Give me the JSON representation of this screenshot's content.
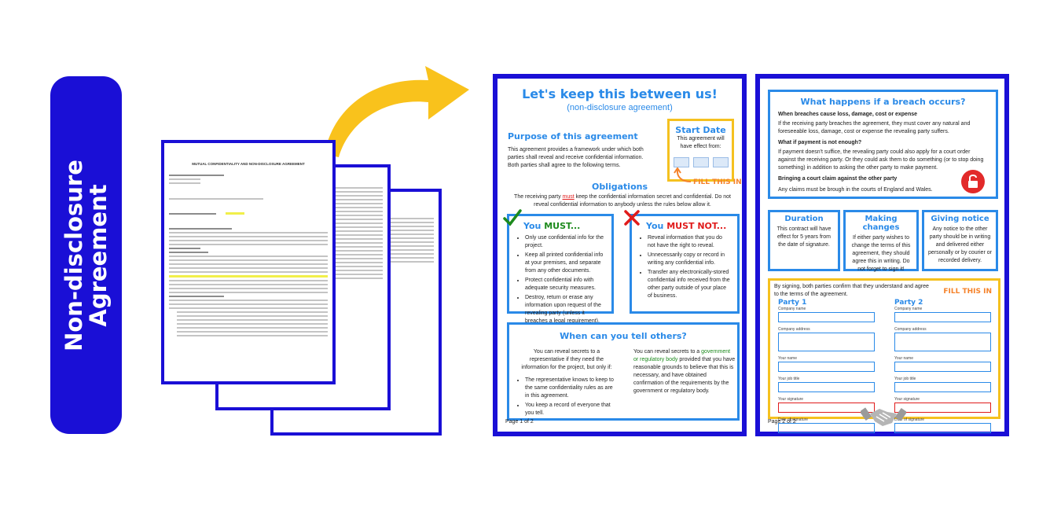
{
  "banner": {
    "line1": "Non-disclosure",
    "line2": "Agreement"
  },
  "old_doc": {
    "heading": "MUTUAL CONFIDENTIALITY AND NON-DISCLOSURE AGREEMENT"
  },
  "page1": {
    "title": "Let's keep this between us!",
    "subtitle": "(non-disclosure agreement)",
    "purpose": {
      "heading": "Purpose of this agreement",
      "text": "This agreement provides a framework under which both parties shall reveal and receive confidential information. Both parties shall agree to the following terms."
    },
    "start_date": {
      "heading": "Start Date",
      "text": "This agreement will have effect from:",
      "fill_note": "FILL THIS IN"
    },
    "obligations": {
      "heading": "Obligations",
      "text_before": "The receiving party ",
      "must_word": "must",
      "text_after": " keep the confidential information secret and confidential. Do not reveal confidential information to anybody unless the rules below allow it."
    },
    "must": {
      "prefix": "You ",
      "keyword": "MUST...",
      "items": [
        "Only use confidential info for the project.",
        "Keep all printed confidential info at your premises, and separate from any other documents.",
        "Protect confidential info with adequate security measures.",
        "Destroy, return or erase any information upon request of the revealing party (unless it breaches a legal requirement)."
      ]
    },
    "must_not": {
      "prefix": "You ",
      "keyword": "MUST NOT...",
      "items": [
        "Reveal information that you do not have the right to reveal.",
        "Unnecessarily copy or record in writing any confidential info.",
        "Transfer any electronically-stored confidential info received from the other party outside of your place of business."
      ]
    },
    "tell_others": {
      "heading": "When can you tell others?",
      "left_intro": "You can reveal secrets to a representative if they need the information for the project, but only if:",
      "left_items": [
        "The representative knows to keep to the same confidentiality rules as are in this agreement.",
        "You keep a record of everyone that you tell."
      ],
      "right_before": "You can reveal secrets to a ",
      "right_green": "government or regulatory body",
      "right_after": " provided that you have reasonable grounds to believe that this is necessary, and have obtained confirmation of the requirements by the government or regulatory body."
    },
    "page_number": "Page 1 of 2"
  },
  "page2": {
    "breach": {
      "heading": "What happens if a breach occurs?",
      "sub1": "When breaches cause loss, damage, cost or expense",
      "text1": "If the receiving party breaches the agreement, they must cover any natural and foreseeable loss, damage, cost or expense the revealing party suffers.",
      "sub2": "What if payment is not enough?",
      "text2": "If payment doesn't suffice, the revealing party could also apply for a court order against the receiving party. Or they could ask them to do something (or to stop doing something) in addition to asking the other party to make payment.",
      "sub3": "Bringing a court claim against the other party",
      "text3": "Any claims must be brough in the courts of England and Wales."
    },
    "duration": {
      "heading": "Duration",
      "text": "This contract will have effect for 5 years from the date of signature."
    },
    "changes": {
      "heading": "Making changes",
      "text": "If either party wishes to change the terms of this agreement, they should agree this in writing. Do not forget to sign it!"
    },
    "notice": {
      "heading": "Giving notice",
      "text": "Any notice to the other party should be in writing and delivered either personally or by courier or recorded delivery."
    },
    "signing": {
      "intro": "By signing, both parties confirm that they understand and agree to the terms of the agreement.",
      "fill_note": "FILL THIS IN",
      "party1": "Party 1",
      "party2": "Party 2",
      "fields": [
        "Company name",
        "Company address",
        "Your name",
        "Your job title",
        "Your signature",
        "Date of signature"
      ]
    },
    "page_number": "Page 2 of 2"
  },
  "colors": {
    "brand_blue": "#1a0fd6",
    "sky_blue": "#2a8ae8",
    "yellow": "#f5c11f",
    "red": "#e01b1b",
    "green": "#1d8a1d"
  },
  "icons": [
    "yellow-arrow-icon",
    "check-mark-icon",
    "cross-mark-icon",
    "padlock-icon",
    "handshake-icon"
  ]
}
